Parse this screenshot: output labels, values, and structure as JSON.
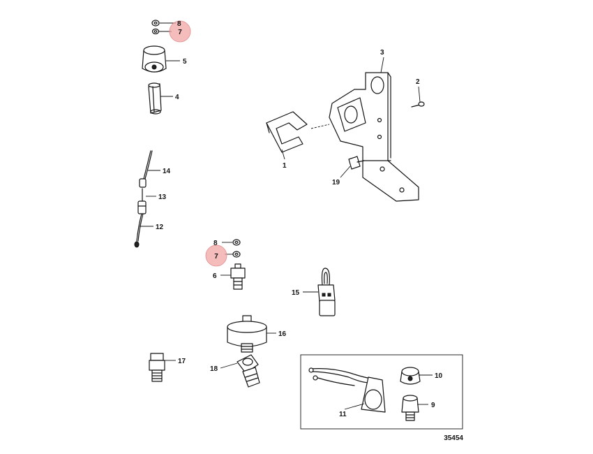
{
  "figure_number": "35454",
  "highlight_color": "#f2a5a5",
  "callouts": {
    "c1": "1",
    "c2": "2",
    "c3": "3",
    "c4": "4",
    "c5": "5",
    "c6": "6",
    "c7a": "7",
    "c7b": "7",
    "c8a": "8",
    "c8b": "8",
    "c9": "9",
    "c10": "10",
    "c11": "11",
    "c12": "12",
    "c13": "13",
    "c14": "14",
    "c15": "15",
    "c16": "16",
    "c17": "17",
    "c18": "18",
    "c19": "19"
  },
  "highlighted_callouts": [
    "7"
  ]
}
